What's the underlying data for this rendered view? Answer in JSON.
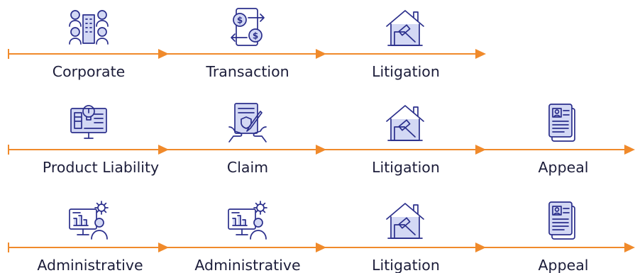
{
  "colors": {
    "accent": "#f08a2b",
    "icon_stroke": "#2b2f8c",
    "icon_fill": "#d3d8f4",
    "text": "#1c1d3a"
  },
  "rows": [
    {
      "stages": [
        {
          "label": "Corporate",
          "icon": "corporate-people-building-icon"
        },
        {
          "label": "Transaction",
          "icon": "money-exchange-icon"
        },
        {
          "label": "Litigation",
          "icon": "house-gavel-icon"
        }
      ]
    },
    {
      "stages": [
        {
          "label": "Product Liability",
          "icon": "product-blueprint-monitor-icon"
        },
        {
          "label": "Claim",
          "icon": "claim-document-hand-icon"
        },
        {
          "label": "Litigation",
          "icon": "house-gavel-icon"
        },
        {
          "label": "Appeal",
          "icon": "appeal-document-icon"
        }
      ]
    },
    {
      "stages": [
        {
          "label": "Administrative",
          "icon": "administrative-monitor-gear-icon"
        },
        {
          "label": "Administrative",
          "icon": "administrative-monitor-gear-icon"
        },
        {
          "label": "Litigation",
          "icon": "house-gavel-icon"
        },
        {
          "label": "Appeal",
          "icon": "appeal-document-icon"
        }
      ]
    }
  ]
}
